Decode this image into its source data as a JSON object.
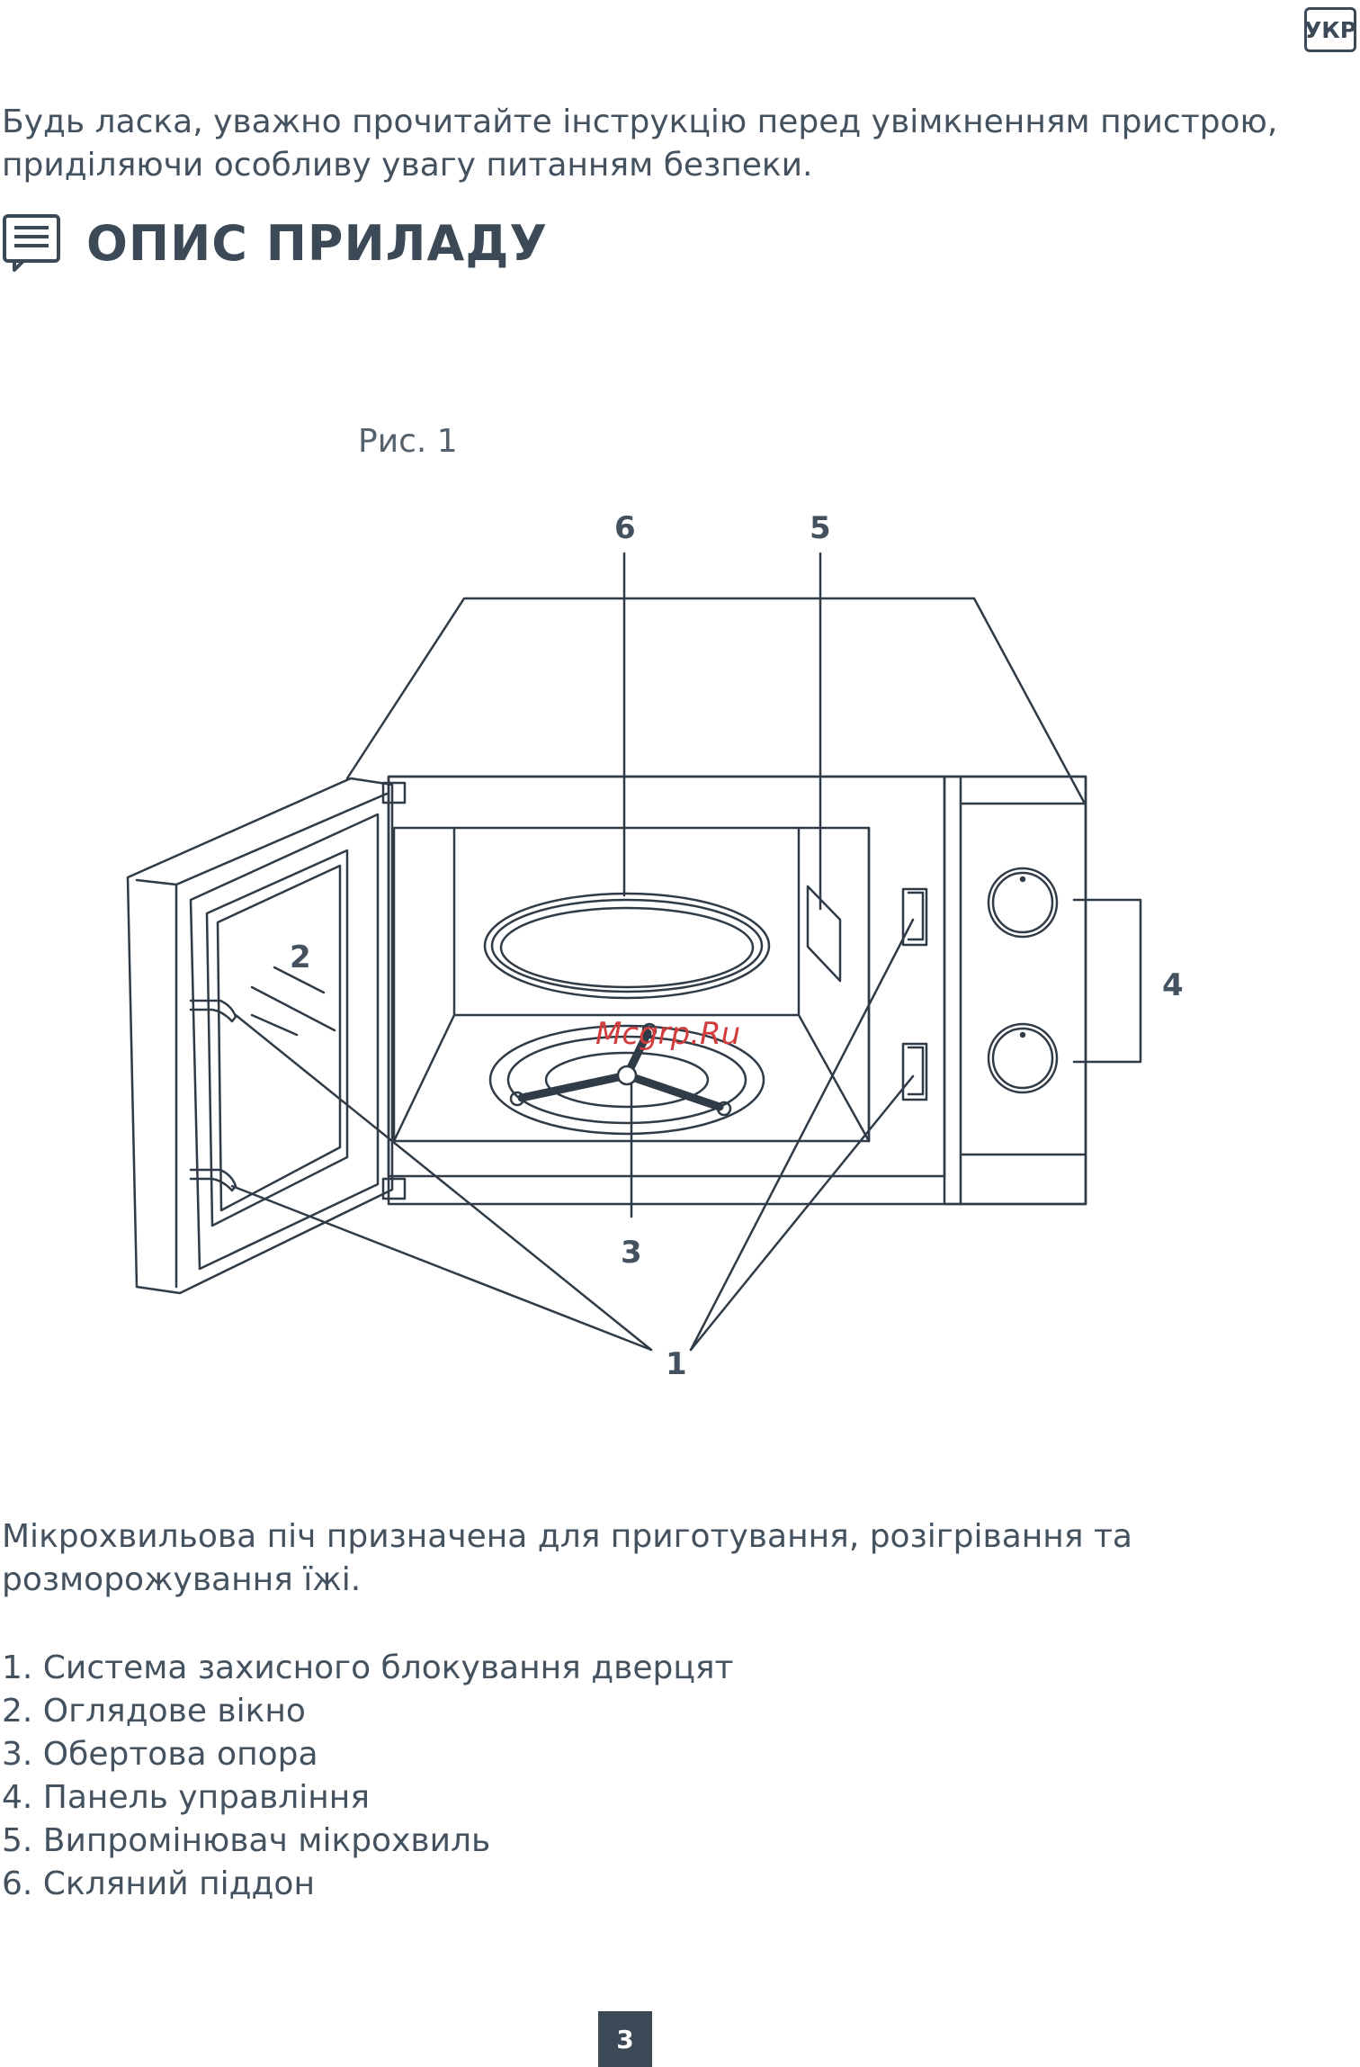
{
  "language_badge": "УКР",
  "intro_text": "Будь ласка, уважно прочитайте інструкцію перед увімкненням пристрою, приділяючи особливу увагу питанням безпеки.",
  "section": {
    "icon": "document-list-icon",
    "title": "ОПИС ПРИЛАДУ"
  },
  "figure": {
    "caption": "Рис. 1",
    "callouts": {
      "door_lock": "1",
      "window": "2",
      "rotating_support": "3",
      "control_panel": "4",
      "emitter": "5",
      "glass_tray": "6"
    },
    "watermark": "Mcgrp.Ru"
  },
  "description": "Мікрохвильова піч призначена для приготування, розігрівання та розморожування їжі.",
  "parts": [
    "1. Система захисного блокування дверцят",
    "2. Оглядове вікно",
    "3. Обертова опора",
    "4. Панель управління",
    "5. Випромінювач мікрохвиль",
    "6. Скляний піддон"
  ],
  "page_number": "3",
  "colors": {
    "text": "#3c4a57",
    "line": "#2f3b46",
    "watermark": "#d23c3c"
  }
}
